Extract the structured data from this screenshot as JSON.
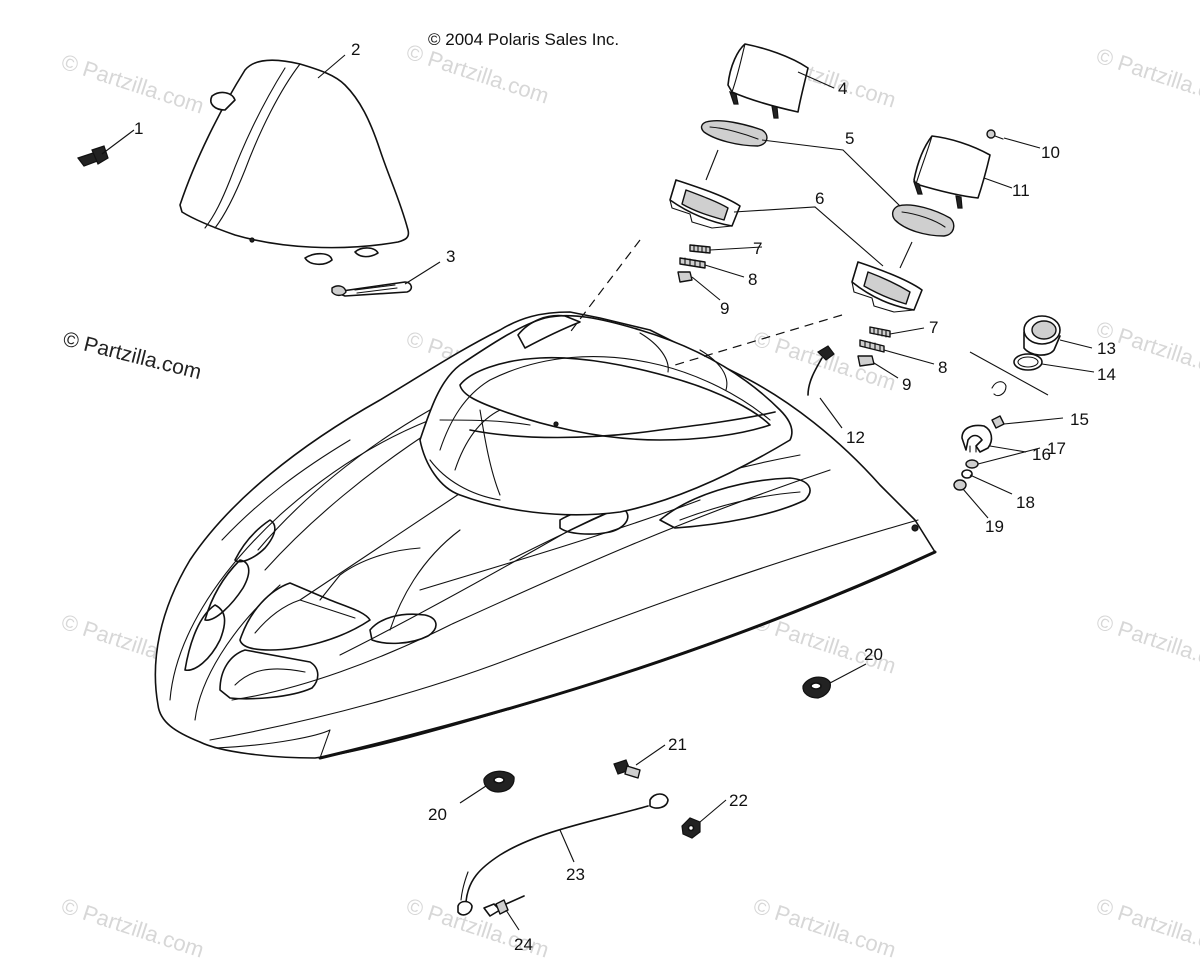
{
  "copyright": "© 2004 Polaris Sales Inc.",
  "side_watermark": "© Partzilla.com",
  "watermark": "© Partzilla.com",
  "callouts": [
    "1",
    "2",
    "3",
    "4",
    "5",
    "6",
    "7",
    "8",
    "9",
    "10",
    "11",
    "12",
    "13",
    "14",
    "15",
    "16",
    "17",
    "18",
    "19",
    "20",
    "20",
    "21",
    "22",
    "23",
    "24",
    "7",
    "8",
    "9"
  ]
}
